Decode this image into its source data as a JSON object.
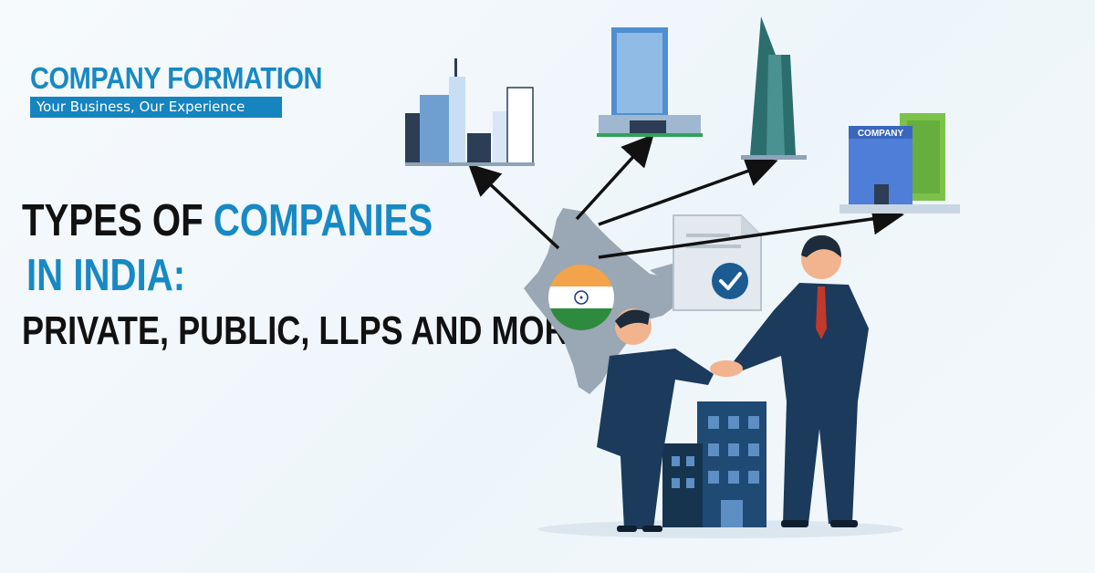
{
  "logo": {
    "title": "COMPANY FORMATION",
    "tagline": "Your Business, Our Experience"
  },
  "headline": {
    "line1_black": "TYPES OF",
    "line1_accent": "COMPANIES",
    "line2": "IN INDIA:",
    "line3": "PRIVATE, PUBLIC, LLPS AND MORE"
  },
  "illustration": {
    "building_sign": "COMPANY"
  },
  "colors": {
    "accent": "#1789c4",
    "text_dark": "#111111",
    "suit": "#1b3a5c",
    "saffron": "#f3a34a",
    "green": "#2e8b3d"
  }
}
